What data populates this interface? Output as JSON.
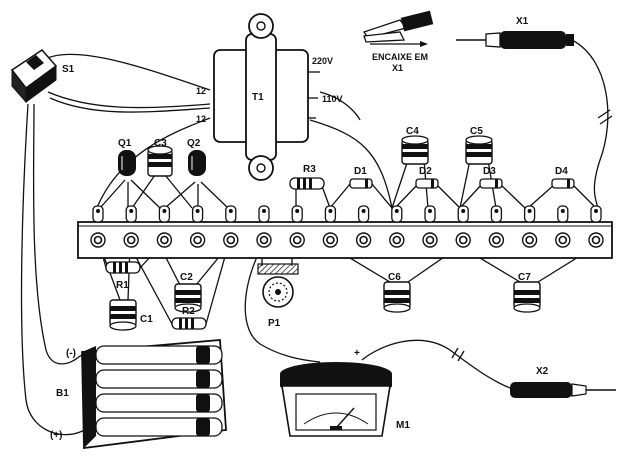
{
  "labels": {
    "s1": "S1",
    "t1": "T1",
    "tap12a": "12",
    "tap12b": "12",
    "v220": "220V",
    "v110": "110V",
    "x1": "X1",
    "x1_note_line1": "ENCAIXE EM",
    "x1_note_line2": "X1",
    "x2": "X2",
    "q1": "Q1",
    "q2": "Q2",
    "c1": "C1",
    "c2": "C2",
    "c3": "C3",
    "c4": "C4",
    "c5": "C5",
    "c6": "C6",
    "c7": "C7",
    "r1": "R1",
    "r2": "R2",
    "r3": "R3",
    "d1": "D1",
    "d2": "D2",
    "d3": "D3",
    "d4": "D4",
    "p1": "P1",
    "b1": "B1",
    "m1": "M1",
    "neg": "(-)",
    "pos": "(+)",
    "plus": "+"
  },
  "colors": {
    "ink": "#111111",
    "paper": "#ffffff",
    "shade": "#2a2a2a"
  }
}
